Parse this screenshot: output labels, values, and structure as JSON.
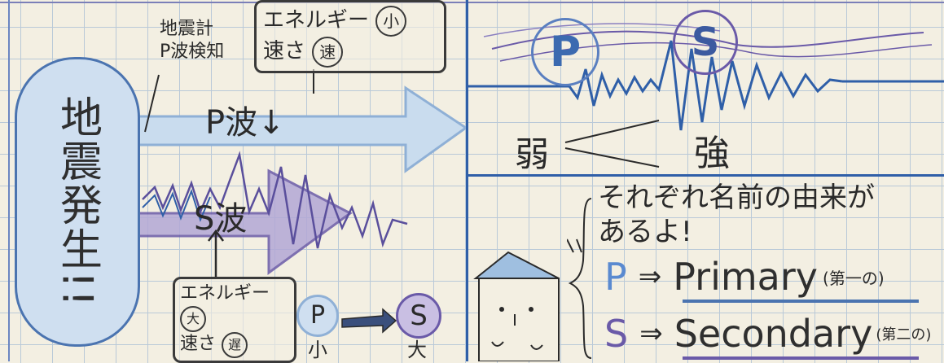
{
  "left_panel": {
    "bubble_text": "地震発生!!",
    "seismograph_note_line1": "地震計",
    "seismograph_note_line2": "P波検知",
    "p_box": {
      "line1": "エネルギー",
      "line1_tag": "小",
      "line2": "速さ",
      "line2_tag": "速"
    },
    "p_wave_label": "P波↓",
    "s_wave_label": "S波",
    "s_box": {
      "line1": "エネルギー",
      "line1_tag": "大",
      "line2": "速さ",
      "line2_tag": "遅"
    },
    "p_small": {
      "letter": "P",
      "sub": "小"
    },
    "s_big": {
      "letter": "S",
      "sub": "大"
    }
  },
  "right_top": {
    "p_letter": "P",
    "s_letter": "S",
    "weak_label": "弱",
    "strong_label": "強"
  },
  "right_bottom": {
    "note_line1": "それぞれ名前の由来が",
    "note_line2": "あるよ!",
    "p_row": {
      "letter": "P",
      "arrow": "⇒",
      "word": "Primary",
      "gloss": "(第一の)"
    },
    "s_row": {
      "letter": "S",
      "arrow": "⇒",
      "word": "Secondary",
      "gloss": "(第二の)"
    }
  },
  "colors": {
    "blue": "#4b74b0",
    "purple": "#6a5aa8",
    "paper": "#f3efe2",
    "grid": "#b9c9d8"
  }
}
